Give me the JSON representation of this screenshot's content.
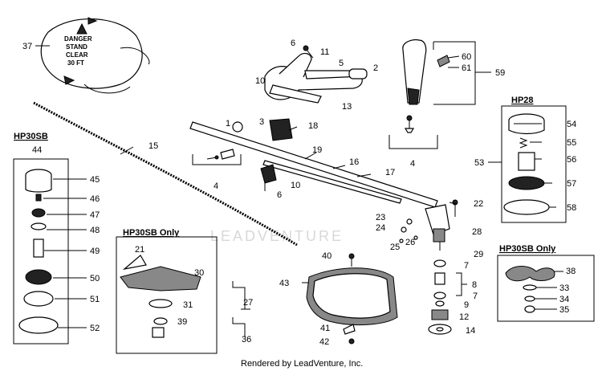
{
  "watermark": "LEADVENTURE",
  "footer": "Rendered by LeadVenture, Inc.",
  "sign": {
    "line1": "DANGER",
    "line2": "STAND",
    "line3": "CLEAR",
    "line4": "30 FT"
  },
  "groups": {
    "hp30sb_left": "HP30SB",
    "hp30sb_only_center": "HP30SB Only",
    "hp28": "HP28",
    "hp30sb_only_right": "HP30SB Only"
  },
  "labels": {
    "l1": "1",
    "l2": "2",
    "l3": "3",
    "l4a": "4",
    "l4b": "4",
    "l5": "5",
    "l6a": "6",
    "l6b": "6",
    "l7a": "7",
    "l7b": "7",
    "l8": "8",
    "l9": "9",
    "l10a": "10",
    "l10b": "10",
    "l11": "11",
    "l12": "12",
    "l13": "13",
    "l14": "14",
    "l15": "15",
    "l16": "16",
    "l17": "17",
    "l18": "18",
    "l19": "19",
    "l21": "21",
    "l22": "22",
    "l23": "23",
    "l24": "24",
    "l25": "25",
    "l26": "26",
    "l27": "27",
    "l28": "28",
    "l29": "29",
    "l30": "30",
    "l31": "31",
    "l33": "33",
    "l34": "34",
    "l35": "35",
    "l36": "36",
    "l37": "37",
    "l38": "38",
    "l39": "39",
    "l40": "40",
    "l41": "41",
    "l42": "42",
    "l43": "43",
    "l44": "44",
    "l45": "45",
    "l46": "46",
    "l47": "47",
    "l48": "48",
    "l49": "49",
    "l50": "50",
    "l51": "51",
    "l52": "52",
    "l53": "53",
    "l54": "54",
    "l55": "55",
    "l56": "56",
    "l57": "57",
    "l58": "58",
    "l59": "59",
    "l60": "60",
    "l61": "61"
  }
}
